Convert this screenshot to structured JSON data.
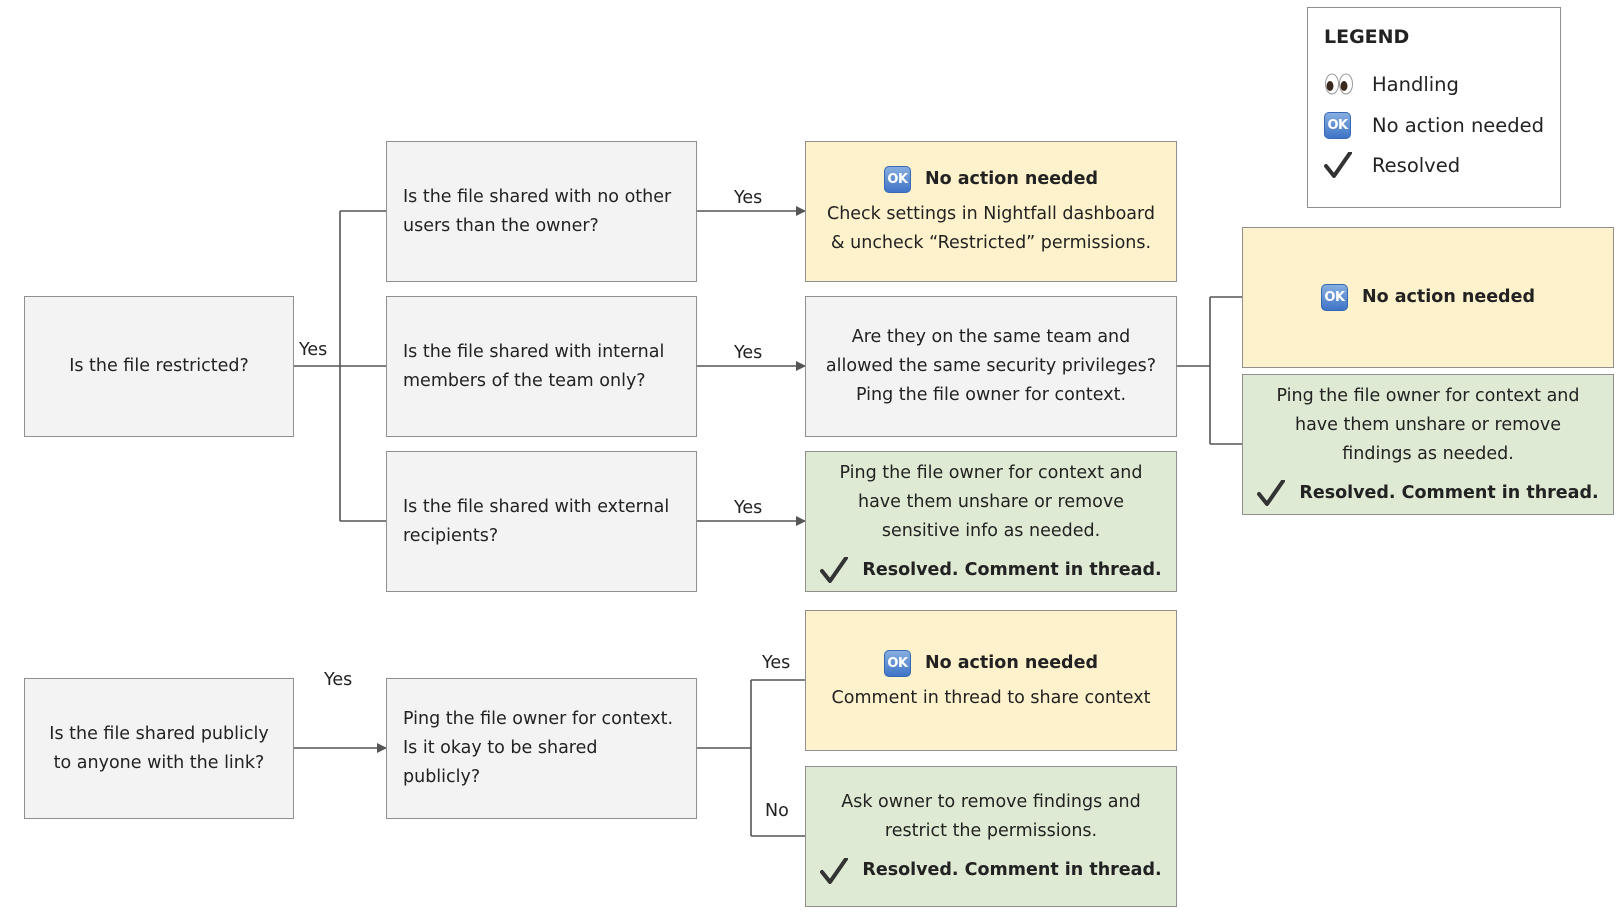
{
  "legend": {
    "title": "LEGEND",
    "items": [
      {
        "icon": "eyes-icon",
        "label": "Handling"
      },
      {
        "icon": "ok-icon",
        "label": "No action needed"
      },
      {
        "icon": "check-icon",
        "label": "Resolved"
      }
    ]
  },
  "ok_glyph": "OK",
  "colors": {
    "question_fill": "#f3f3f3",
    "no_action_fill": "#fdf2cc",
    "resolved_fill": "#deead3",
    "border": "#8f8f8f",
    "connector": "#555555"
  },
  "nodes": {
    "restricted": {
      "text": "Is the file restricted?"
    },
    "no_other_users": {
      "lines": [
        "Is the file shared with no other",
        "users than the owner?"
      ]
    },
    "internal_only": {
      "lines": [
        "Is the file shared with internal",
        "members of the team only?"
      ]
    },
    "external": {
      "lines": [
        "Is the file shared with external",
        "recipients?"
      ]
    },
    "result_no_other": {
      "status": "No action needed",
      "lines": [
        "Check settings in Nightfall dashboard",
        "& uncheck “Restricted” permissions."
      ]
    },
    "same_team": {
      "lines": [
        "Are they on the same team and",
        "allowed the same security privileges?",
        "Ping the file owner for context."
      ]
    },
    "result_external": {
      "lines": [
        "Ping the file owner for context and",
        "have them unshare or remove",
        "sensitive info as needed."
      ],
      "status": "Resolved. Comment in thread."
    },
    "result_same_team_yes": {
      "status": "No action needed"
    },
    "result_same_team_no": {
      "lines": [
        "Ping the file owner for context and",
        "have them unshare or remove",
        "findings as needed."
      ],
      "status": "Resolved. Comment in thread."
    },
    "public": {
      "lines": [
        "Is the file shared publicly",
        "to anyone with the link?"
      ]
    },
    "ping_public": {
      "lines": [
        "Ping the file owner for context.",
        "Is it okay to be shared",
        "publicly?"
      ]
    },
    "result_public_yes": {
      "status": "No action needed",
      "lines": [
        "Comment in thread to share context"
      ]
    },
    "result_public_no": {
      "lines": [
        "Ask owner to remove findings and",
        "restrict the permissions."
      ],
      "status": "Resolved. Comment in thread."
    }
  },
  "edge_labels": {
    "restricted_yes": "Yes",
    "no_other_yes": "Yes",
    "internal_yes": "Yes",
    "external_yes": "Yes",
    "public_yes": "Yes",
    "ping_public_yes": "Yes",
    "ping_public_no": "No"
  }
}
